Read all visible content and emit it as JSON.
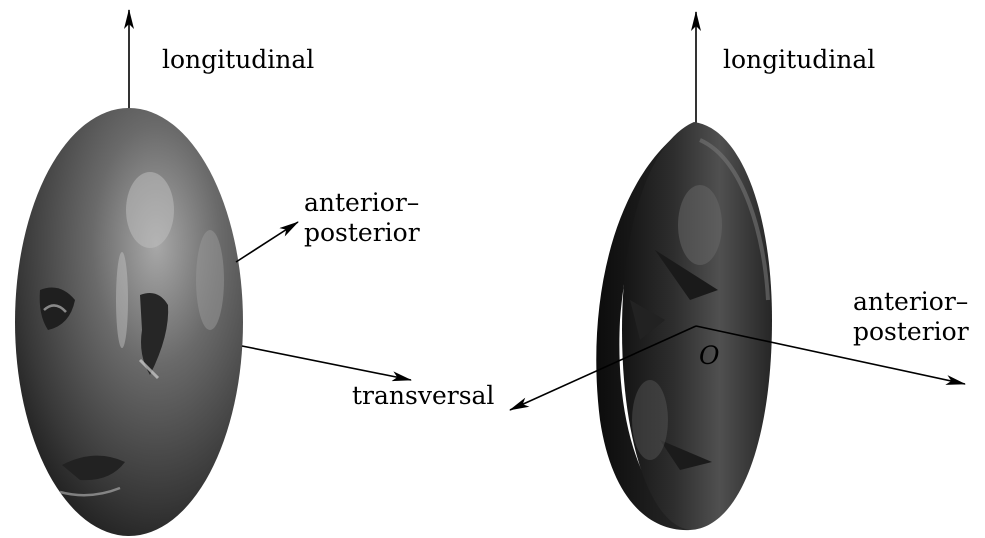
{
  "left_figure": {
    "labels": {
      "longitudinal": "longitudinal",
      "anterior_posterior": "anterior–\nposterior",
      "transversal": "transversal"
    }
  },
  "right_figure": {
    "labels": {
      "longitudinal": "longitudinal",
      "anterior_posterior": "anterior–\nposterior",
      "origin": "O"
    }
  },
  "colors": {
    "surface_dark": "#1a1a1a",
    "surface_mid": "#555555",
    "surface_highlight": "#c8c8c8",
    "axis": "#000000"
  }
}
